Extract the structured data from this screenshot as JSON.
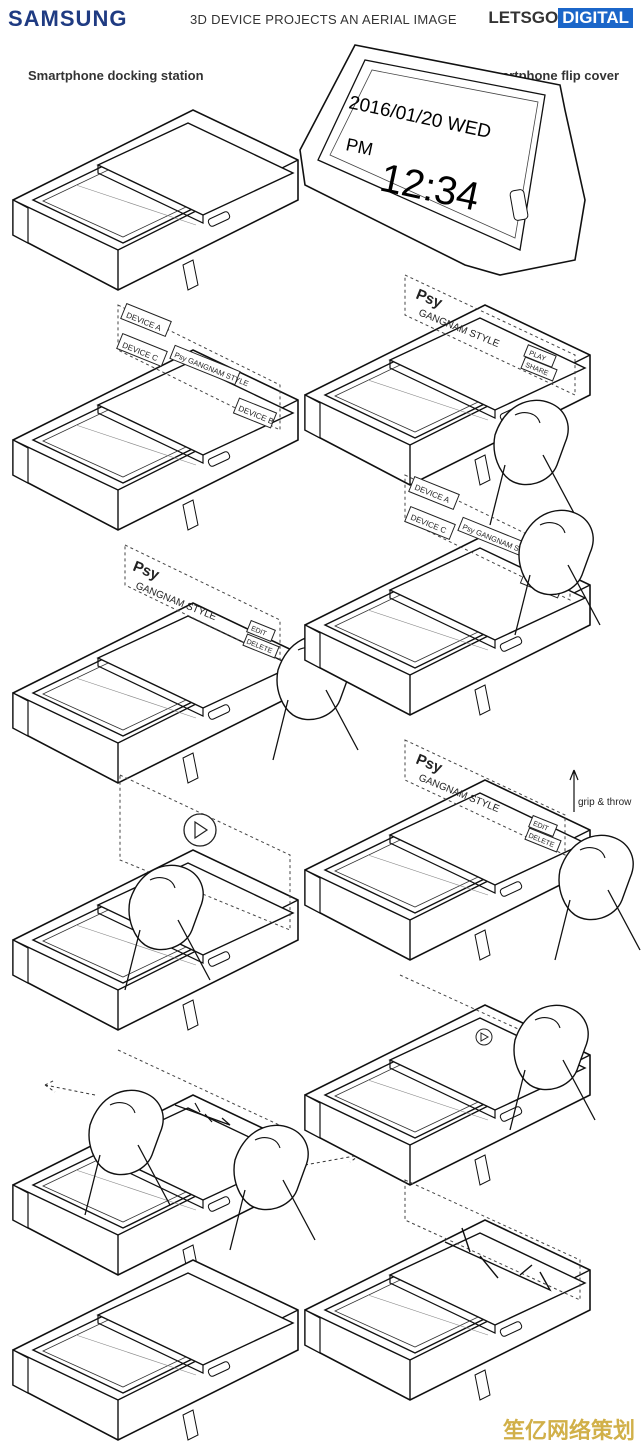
{
  "header": {
    "brand": "SAMSUNG",
    "title": "3D DEVICE PROJECTS AN AERIAL IMAGE",
    "badge_left": "LETSGO",
    "badge_right": "DIGITAL"
  },
  "sections": {
    "left": "Smartphone docking station",
    "right": "Smartphone flip cover"
  },
  "screen_display": {
    "date": "2016/01/20 WED",
    "ampm": "PM",
    "time": "12:34"
  },
  "labels": {
    "device_a": "DEVICE A",
    "device_b": "DEVICE B",
    "device_c": "DEVICE C",
    "psy": "Psy",
    "song": "GANGNAM STYLE",
    "song_inline": "Psy GANGNAM STYLE",
    "play": "PLAY",
    "share": "SHARE",
    "edit": "EDIT",
    "delete": "DELETE",
    "grip_throw": "grip & throw"
  },
  "watermark": "笙亿网络策划"
}
